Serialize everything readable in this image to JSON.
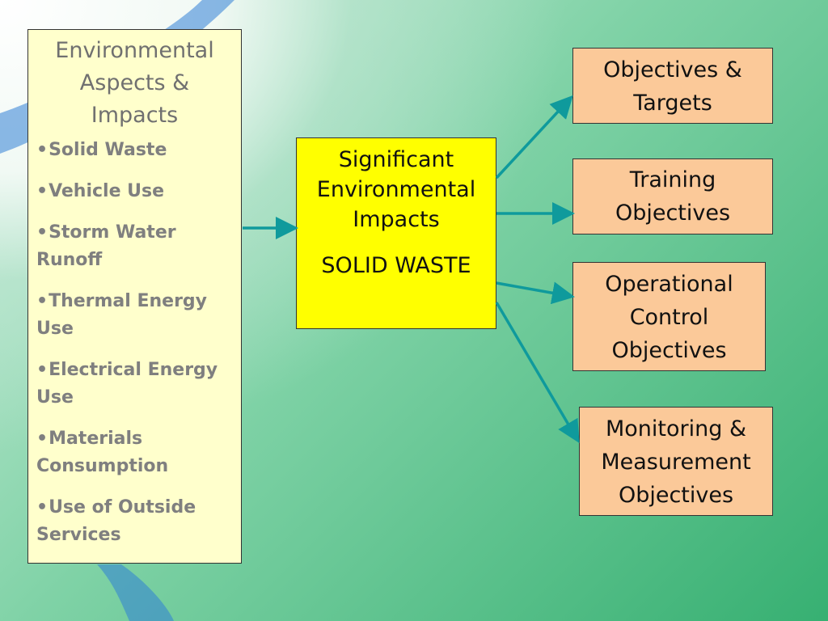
{
  "aspects": {
    "title": "Environmental Aspects & Impacts",
    "items": [
      "Solid Waste",
      "Vehicle Use",
      "Storm Water Runoff",
      "Thermal Energy Use",
      "Electrical Energy Use",
      "Materials Consumption",
      "Use of Outside Services"
    ]
  },
  "significant": {
    "title": "Significant Environmental Impacts",
    "subtitle": "SOLID WASTE"
  },
  "objectives": [
    "Objectives & Targets",
    "Training Objectives",
    "Operational Control Objectives",
    "Monitoring & Measurement Objectives"
  ],
  "colors": {
    "aspects_fill": "#ffffcc",
    "significant_fill": "#ffff00",
    "objective_fill": "#fbc999",
    "arrow": "#0f9a9c",
    "aspects_text": "#7f7f7f"
  }
}
